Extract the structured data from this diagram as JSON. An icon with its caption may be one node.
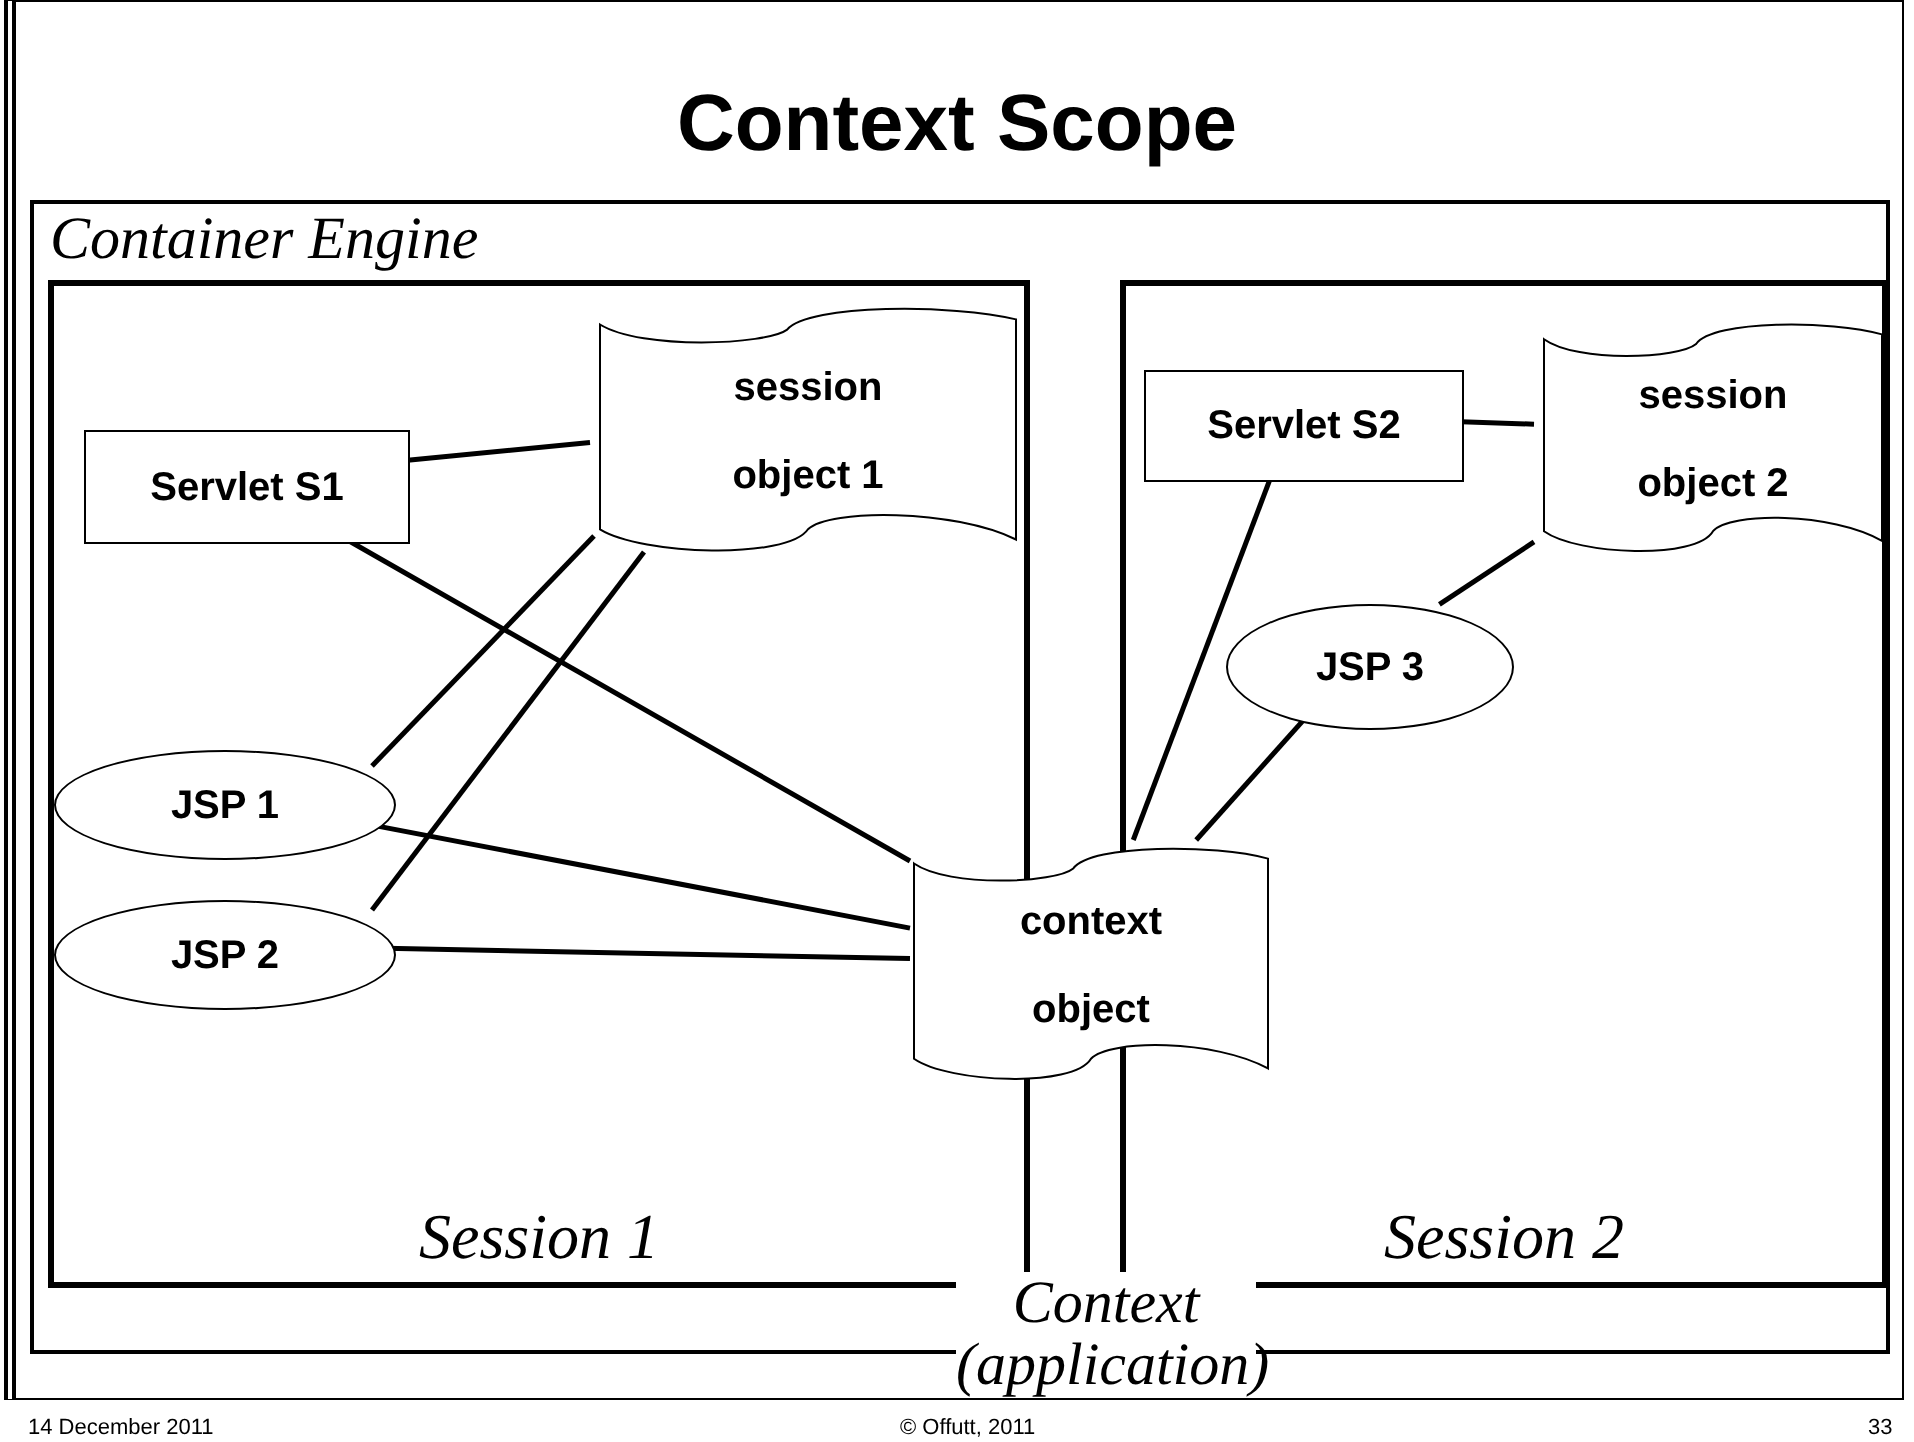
{
  "diagram": {
    "title": "Context Scope",
    "nodes": [
      {
        "text": [
          "Container Engine"
        ]
      },
      {
        "text": [
          "Session 1"
        ],
        "in": 0
      },
      {
        "text": [
          "Session 2"
        ],
        "in": 0
      },
      {
        "text": [
          "Servlet S1"
        ],
        "in": 1
      },
      {
        "text": [
          "session object 1"
        ],
        "in": 1
      },
      {
        "text": [
          "JSP 1"
        ],
        "in": 1
      },
      {
        "text": [
          "JSP 2"
        ],
        "in": 1
      },
      {
        "text": [
          "context object"
        ],
        "in": 0
      },
      {
        "text": [
          "Servlet S2"
        ],
        "in": 2
      },
      {
        "text": [
          "session object 2"
        ],
        "in": 2
      },
      {
        "text": [
          "JSP 3"
        ],
        "in": 2
      }
    ],
    "edges": [
      {
        "from": 3,
        "to": 4,
        "arrow": "none"
      },
      {
        "from": 3,
        "to": 7,
        "arrow": "none"
      },
      {
        "from": 5,
        "to": 4,
        "arrow": "none"
      },
      {
        "from": 6,
        "to": 4,
        "arrow": "none"
      },
      {
        "from": 5,
        "to": 7,
        "arrow": "none"
      },
      {
        "from": 6,
        "to": 7,
        "arrow": "none"
      },
      {
        "from": 8,
        "to": 9,
        "arrow": "none"
      },
      {
        "from": 8,
        "to": 7,
        "arrow": "none"
      },
      {
        "from": 10,
        "to": 9,
        "arrow": "none"
      },
      {
        "from": 10,
        "to": 7,
        "arrow": "none"
      }
    ],
    "labels": [
      "Context (application)",
      "14 December 2011",
      "© Offutt, 2011",
      "33"
    ]
  }
}
